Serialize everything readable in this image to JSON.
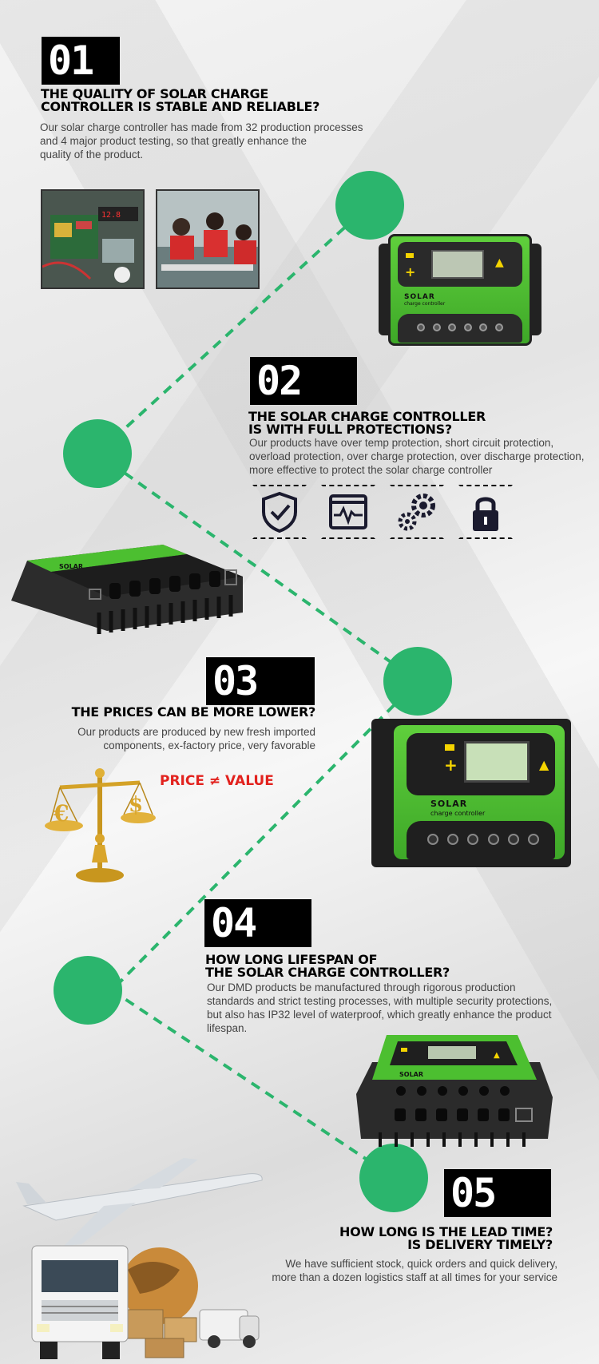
{
  "sections": [
    {
      "num": "01",
      "heading": [
        "THE QUALITY OF SOLAR CHARGE",
        "CONTROLLER IS STABLE AND RELIABLE?"
      ],
      "text": [
        "Our solar charge controller has made from 32 production processes",
        "and 4 major product testing, so that greatly enhance the",
        "quality of the product."
      ]
    },
    {
      "num": "02",
      "heading": [
        "THE SOLAR CHARGE CONTROLLER",
        "IS WITH FULL PROTECTIONS?"
      ],
      "text": [
        "Our products have over temp protection, short circuit protection,",
        "overload protection, over charge protection, over discharge protection,",
        "more effective to protect the solar charge controller"
      ]
    },
    {
      "num": "03",
      "heading": [
        "THE PRICES CAN BE MORE LOWER?"
      ],
      "text": [
        "Our products are produced by new fresh imported",
        "components, ex-factory price, very favorable"
      ]
    },
    {
      "num": "04",
      "heading": [
        "HOW LONG LIFESPAN OF",
        "THE SOLAR CHARGE CONTROLLER?"
      ],
      "text": [
        "Our DMD products be manufactured through rigorous production",
        "standards and strict testing processes, with multiple security protections,",
        "but also has IP32 level of waterproof, which greatly enhance the product",
        "lifespan."
      ]
    },
    {
      "num": "05",
      "heading": [
        "HOW LONG IS THE LEAD TIME?",
        "IS DELIVERY TIMELY?"
      ],
      "text": [
        "We have sufficient stock, quick orders and quick delivery,",
        "more than a dozen logistics staff at all times for your service"
      ]
    }
  ],
  "price_label": "PRICE ≠ VALUE",
  "device": {
    "brand": "SOLAR",
    "sub": "charge controller"
  },
  "icons": [
    "shield-check-icon",
    "monitor-pulse-icon",
    "gears-icon",
    "padlock-icon"
  ],
  "colors": {
    "accent": "#2bb56d",
    "device_green": "#4cbf30",
    "price": "#e2221e"
  }
}
